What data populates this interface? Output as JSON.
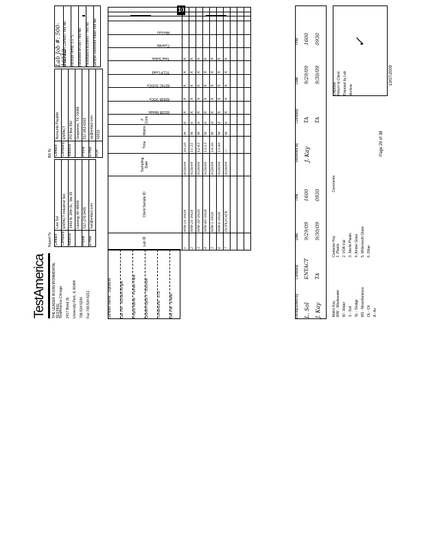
{
  "header_badge": "10",
  "company": {
    "logo": "TestAmerica",
    "lines": [
      "THE LEADER IN ENVIRONMENTAL TESTING",
      "TestAmerica Chicago",
      "2417 Bond St.",
      "University Park, IL 60484",
      "708-534-5200",
      "Fax 708-534-5211"
    ]
  },
  "report_to": {
    "title": "Report To",
    "fields": [
      {
        "label": "Contact",
        "value": "Lisa Sol"
      },
      {
        "label": "Company",
        "value": "ENTACT Industrial Svc"
      },
      {
        "label": "Address",
        "value": "1400 N. 30th St., Ste 35"
      },
      {
        "label": "",
        "value": "Lansing, MI 48906"
      },
      {
        "label": "Phone",
        "value": "517-276-3405"
      },
      {
        "label": "E-mail",
        "value": "lsol@entact.com"
      }
    ]
  },
  "bill_to": {
    "title": "Bill To",
    "fields": [
      {
        "label": "Contact",
        "value": "Accounts Payable"
      },
      {
        "label": "Company",
        "value": "ENTACT"
      },
      {
        "label": "Address",
        "value": "PO Box 550"
      },
      {
        "label": "",
        "value": "Grapevine, TX 76099"
      },
      {
        "label": "Phone",
        "value": "817-953-6003"
      },
      {
        "label": "E-mail",
        "value": "ap@entact.com"
      },
      {
        "label": "PO#",
        "value": "42615"
      }
    ]
  },
  "lab_info": {
    "job_no": "Lab Job #: 500-16512",
    "rows": [
      "Preservation Correct?  Yes  No",
      "Receipt Temp: 3.1  °C",
      "Received on Ice?  Yes  No",
      "Headspace/Bubbles?  Yes  No",
      "Sample Received Intact  Yes  No"
    ]
  },
  "project": {
    "fields": [
      {
        "label": "Sampler Name",
        "value": "Signature"
      },
      {
        "label": "Lab PM",
        "value": "Richard Wright"
      },
      {
        "label": "Project Name",
        "value": "Former Plant"
      },
      {
        "label": "Quote/Project #",
        "value": "5001688"
      },
      {
        "label": "Turnaround",
        "value": "STD"
      },
      {
        "label": "Lab File",
        "value": "E-Mail"
      }
    ]
  },
  "table": {
    "headers": [
      "Lab ID",
      "Client Sample ID",
      "Sampling Date",
      "Time",
      "Matrix",
      "# Cont."
    ],
    "analyses": [
      "6010B Metals",
      "8260B VOCs",
      "8270C SVOCs",
      "TCLP Lead",
      "Total Solids",
      "Cyanide",
      "Mercury"
    ],
    "rows": [
      {
        "lab_id": "1",
        "sample": "MW-1S 0928",
        "date": "9/28/09",
        "time": "10:20",
        "matrix": "W",
        "count": "6"
      },
      {
        "lab_id": "2",
        "sample": "MW-2S 0928",
        "date": "9/28/09",
        "time": "11:35",
        "matrix": "W",
        "count": "6"
      },
      {
        "lab_id": "3",
        "sample": "MW-3D 0928",
        "date": "9/28/09",
        "time": "12:45",
        "matrix": "W",
        "count": "6"
      },
      {
        "lab_id": "4",
        "sample": "MW-4D 0928",
        "date": "9/28/09",
        "time": "13:15",
        "matrix": "W",
        "count": "6"
      },
      {
        "lab_id": "5",
        "sample": "MW-5 0928",
        "date": "9/28/09",
        "time": "14:30",
        "matrix": "W",
        "count": "6"
      },
      {
        "lab_id": "6",
        "sample": "MW-6 0928",
        "date": "9/28/09",
        "time": "15:40",
        "matrix": "W",
        "count": "6"
      },
      {
        "lab_id": "7",
        "sample": "DUPLICATE",
        "date": "9/28/09",
        "time": "—",
        "matrix": "W",
        "count": "6"
      }
    ]
  },
  "signatures": {
    "labels": [
      "Relinquished By",
      "Company",
      "Date",
      "Time",
      "Received By",
      "Company",
      "Date",
      "Time"
    ],
    "rows": [
      {
        "by": "L. Sol",
        "company": "ENTACT",
        "date": "9/29/09",
        "time": "1600",
        "recv": "J. Kay",
        "rcompany": "TA",
        "rdate": "9/29/09",
        "rtime": "1600"
      },
      {
        "by": "J. Kay",
        "company": "TA",
        "date": "9/30/09",
        "time": "0930",
        "recv": "",
        "rcompany": "TA",
        "rdate": "9/30/09",
        "rtime": "0930"
      }
    ]
  },
  "matrix_key": {
    "title": "Matrix Key",
    "items": [
      "WW - Wastewater",
      "W - Water",
      "S - Soil",
      "SL - Sludge",
      "MS - Miscellaneous",
      "OL - Oil",
      "A - Air"
    ]
  },
  "container_key": {
    "title": "Container Key",
    "items": [
      "1. Plastic",
      "2. VOA Vial",
      "3. Sterile Plastic",
      "4. Amber Glass",
      "5. Widemouth Glass",
      "6. Other"
    ]
  },
  "comments_label": "Comments:",
  "disposal": {
    "label": "Disposal",
    "items": [
      "Return to Client",
      "Disposal by Lab",
      "Archive"
    ]
  },
  "page_number": "Page 29 of 38",
  "footer_date": "10/07/2009"
}
